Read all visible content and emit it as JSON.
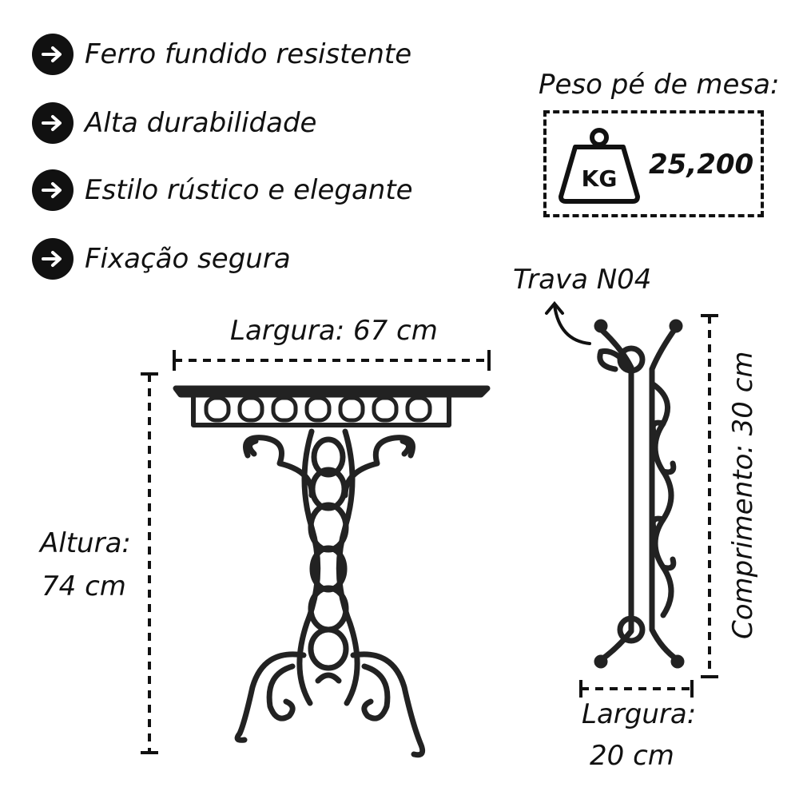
{
  "features": [
    {
      "icon": "arrow-right-icon",
      "label": "Ferro fundido resistente"
    },
    {
      "icon": "arrow-right-icon",
      "label": "Alta durabilidade"
    },
    {
      "icon": "arrow-right-icon",
      "label": "Estilo rústico e elegante"
    },
    {
      "icon": "arrow-right-icon",
      "label": "Fixação segura"
    }
  ],
  "weight": {
    "title": "Peso pé de mesa:",
    "icon_text": "KG",
    "value": "25,200"
  },
  "table_leg": {
    "width_label": "Largura: 67 cm",
    "height_label_line1": "Altura:",
    "height_label_line2": "74 cm"
  },
  "brace": {
    "name": "Trava N04",
    "length_label": "Comprimento: 30 cm",
    "width_label_line1": "Largura:",
    "width_label_line2": "20 cm"
  },
  "colors": {
    "ink": "#111111",
    "background": "#ffffff"
  }
}
